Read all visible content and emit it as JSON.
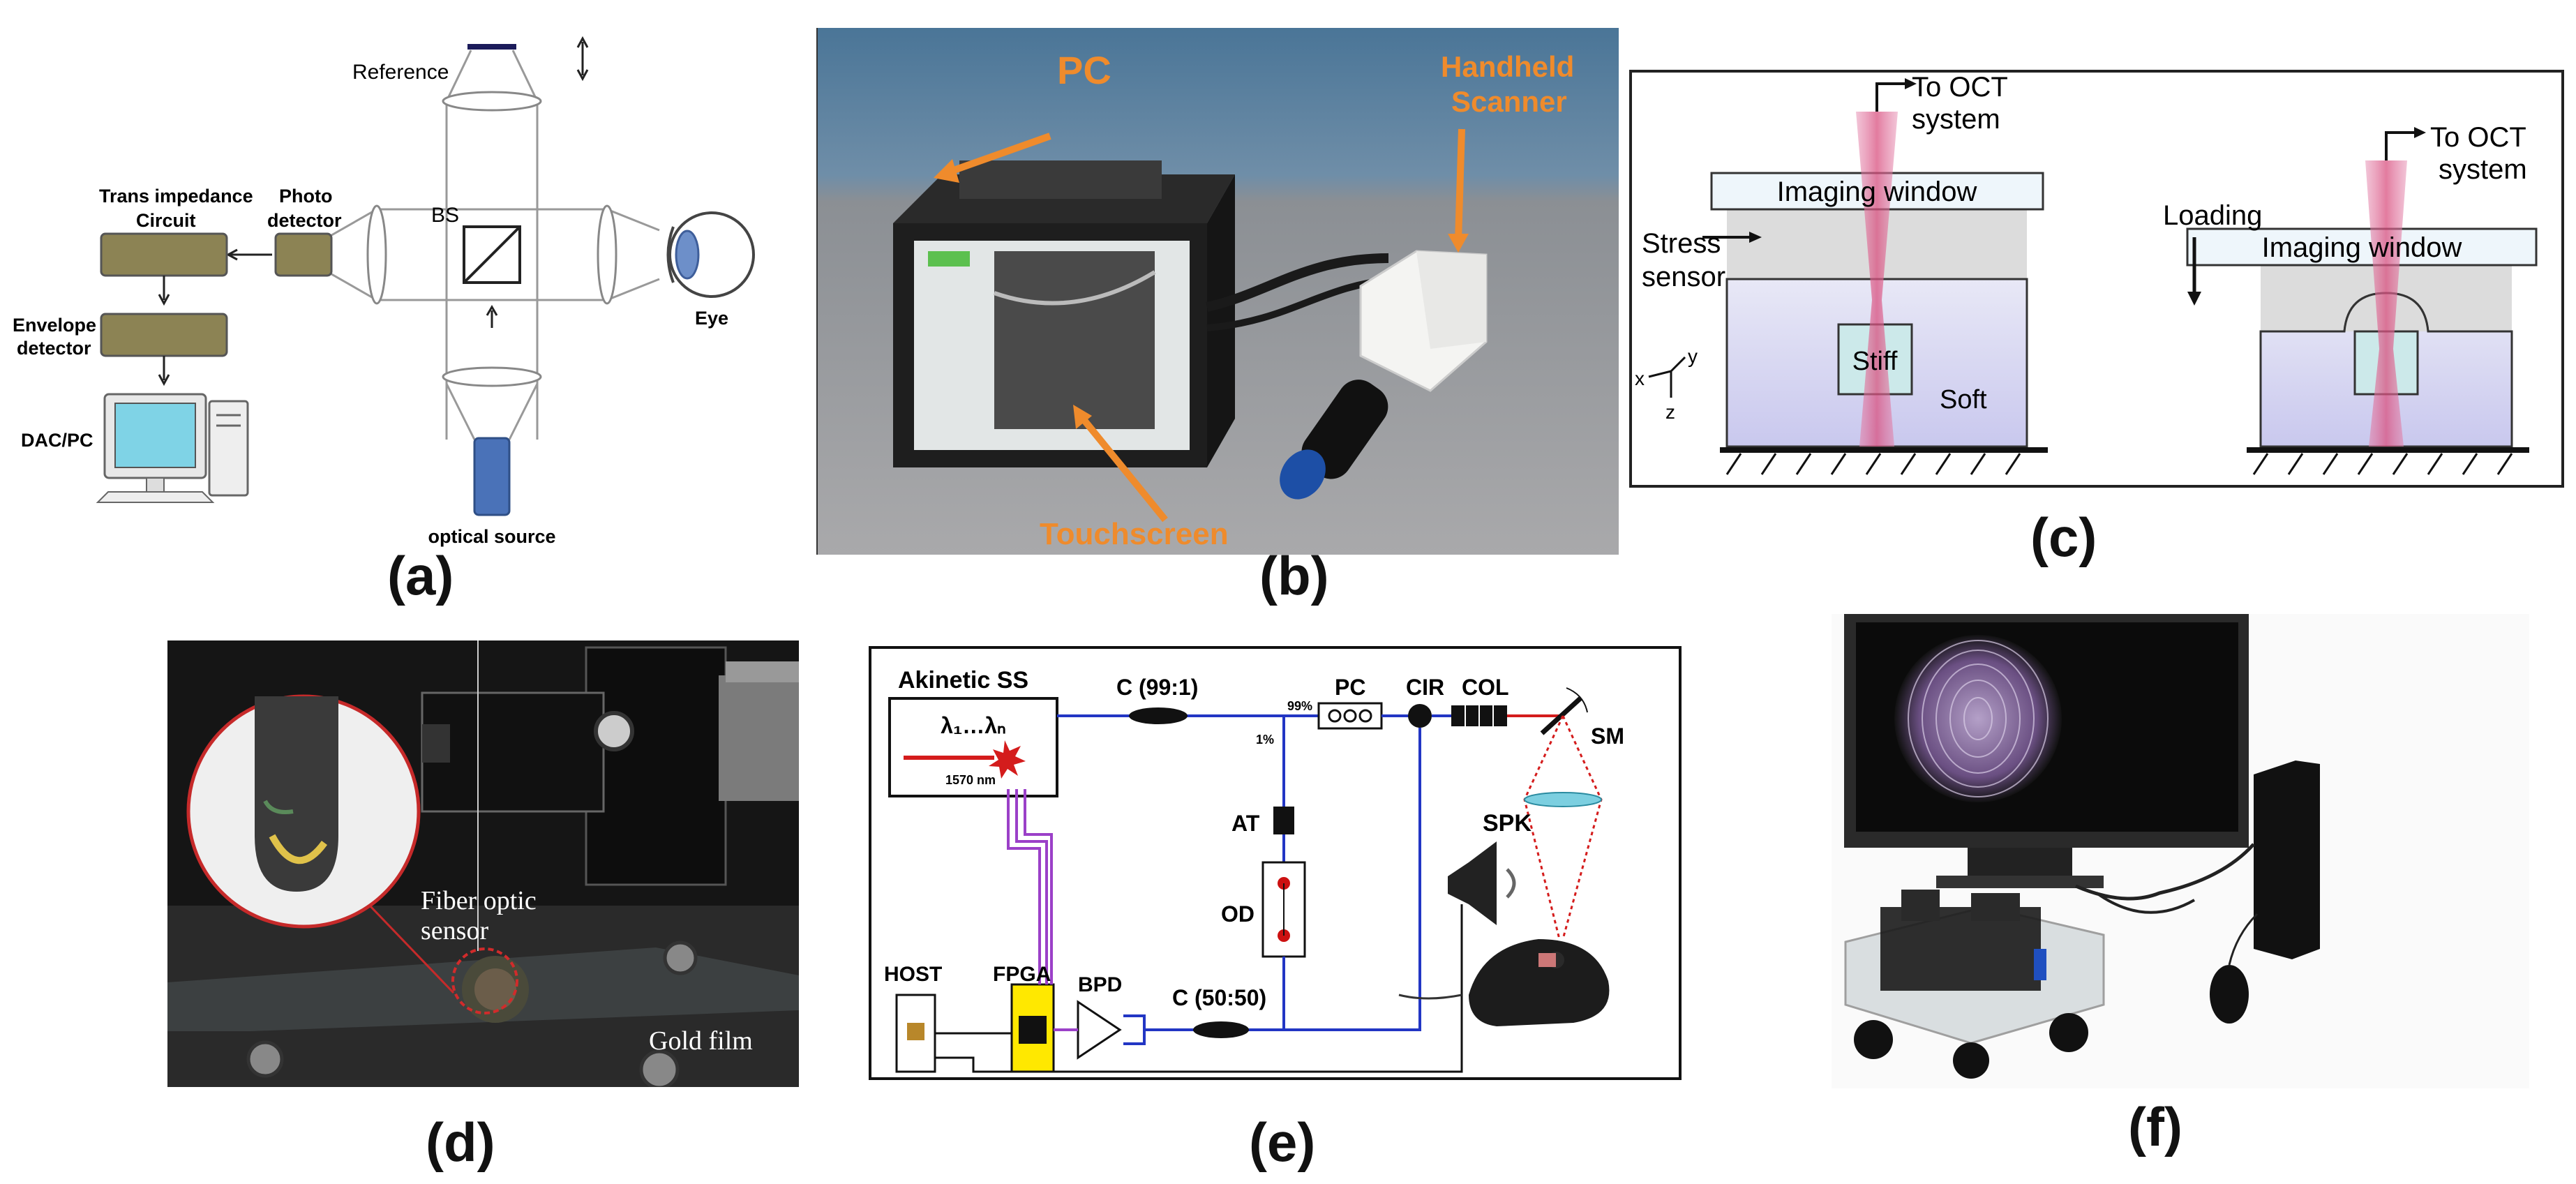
{
  "panels": {
    "a": {
      "caption": "(a)",
      "labels": {
        "reference": "Reference",
        "bs": "BS",
        "trans_impedance": "Trans impedance",
        "circuit": "Circuit",
        "photo": "Photo",
        "detector": "detector",
        "envelope": "Envelope",
        "envelope_detector": "detector",
        "dac_pc": "DAC/PC",
        "eye": "Eye",
        "optical_source": "optical source"
      }
    },
    "b": {
      "caption": "(b)",
      "labels": {
        "pc": "PC",
        "handheld": "Handheld",
        "scanner": "Scanner",
        "touchscreen": "Touchscreen"
      }
    },
    "c": {
      "caption": "(c)",
      "labels": {
        "to_oct_1": "To OCT",
        "system_1": "system",
        "imaging_window_1": "Imaging window",
        "stress": "Stress",
        "sensor": "sensor",
        "stiff": "Stiff",
        "soft": "Soft",
        "loading": "Loading",
        "to_oct_2": "To OCT",
        "system_2": "system",
        "imaging_window_2": "Imaging window",
        "axis_x": "x",
        "axis_y": "y",
        "axis_z": "z"
      }
    },
    "d": {
      "caption": "(d)",
      "labels": {
        "fiber_optic": "Fiber optic",
        "sensor": "sensor",
        "gold_film": "Gold film"
      }
    },
    "e": {
      "caption": "(e)",
      "labels": {
        "akinetic": "Akinetic SS",
        "lambda": "λ₁…λₙ",
        "wavelength": "1570 nm",
        "c99": "C (99:1)",
        "pct99": "99%",
        "pct1": "1%",
        "pc": "PC",
        "cir": "CIR",
        "col": "COL",
        "sm": "SM",
        "at": "AT",
        "od": "OD",
        "spk": "SPK",
        "host": "HOST",
        "fpga": "FPGA",
        "bpd": "BPD",
        "c5050": "C (50:50)"
      }
    },
    "f": {
      "caption": "(f)"
    }
  }
}
